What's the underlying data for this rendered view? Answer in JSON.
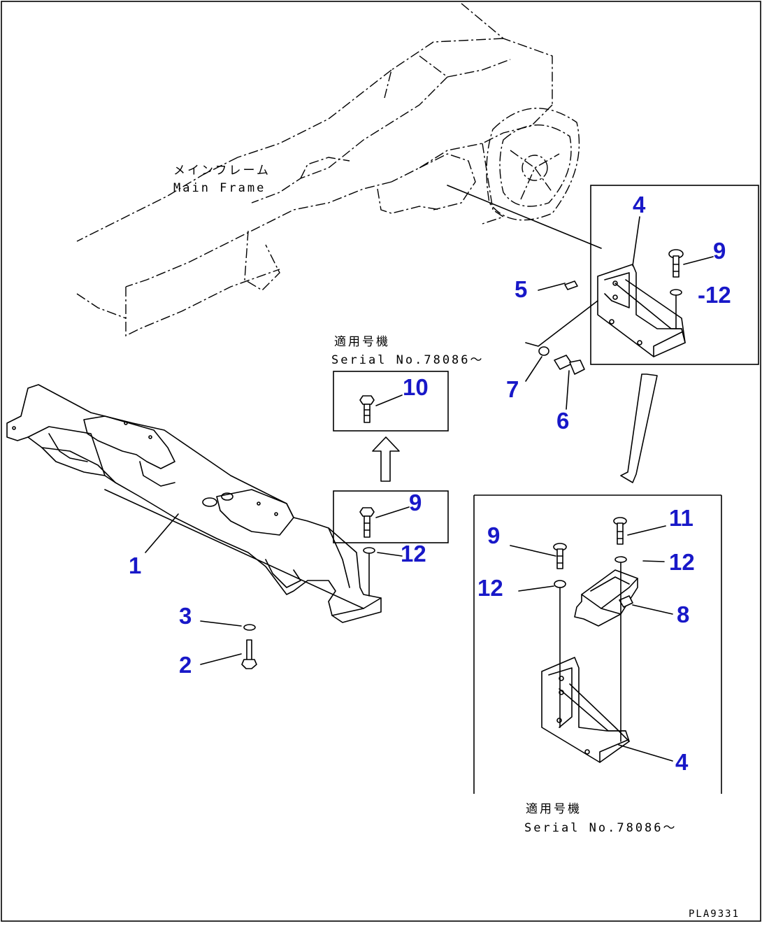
{
  "main_frame": {
    "label_ja": "メインフレーム",
    "label_en": "Main Frame"
  },
  "applicable_note_top": {
    "label_ja": "適用号機",
    "label_en": "Serial No.78086～"
  },
  "applicable_note_bottom": {
    "label_ja": "適用号機",
    "label_en": "Serial No.78086～"
  },
  "callouts": {
    "c1": "1",
    "c2": "2",
    "c3": "3",
    "c4_upper": "4",
    "c4_lower": "4",
    "c5": "5",
    "c6": "6",
    "c7": "7",
    "c8": "8",
    "c9_upper": "9",
    "c9_mid": "9",
    "c9_lower": "9",
    "c10": "10",
    "c11": "11",
    "c12_upper": "-12",
    "c12_mid": "12",
    "c12_lower_right": "12",
    "c12_lower_left": "12"
  },
  "figure_code": "PLA9331",
  "colors": {
    "callout": "#1818c8",
    "line": "#000000",
    "background": "#ffffff"
  }
}
